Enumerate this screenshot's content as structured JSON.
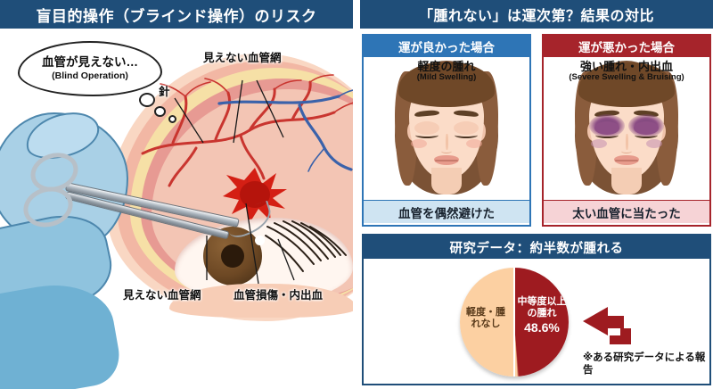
{
  "left": {
    "title": "盲目的操作（ブラインド操作）のリスク",
    "thought": {
      "jp": "血管が見えない…",
      "en": "(Blind Operation)"
    },
    "labels": {
      "needle": "針",
      "vessel_net_top": "見えない血管網",
      "vessel_net_bottom": "見えない血管網",
      "vessel_damage": "血管損傷・内出血"
    }
  },
  "right": {
    "title": "「腫れない」は運次第？結果の対比",
    "cards": [
      {
        "head": "運が良かった場合",
        "caption_jp": "軽度の腫れ",
        "caption_en": "(Mild Swelling)",
        "foot": "血管を偶然避けた",
        "accent": "#2e75b6",
        "foot_bg": "#cfe4f2",
        "eyelid_color": "#f6cdb6",
        "cheek_color": "#f0a898"
      },
      {
        "head": "運が悪かった場合",
        "caption_jp": "強い腫れ・内出血",
        "caption_en": "(Severe Swelling & Bruising)",
        "foot": "太い血管に当たった",
        "accent": "#a6242b",
        "foot_bg": "#f6d3d6",
        "eyelid_color": "#8e4f86",
        "cheek_color": "#c58fb0"
      }
    ],
    "study": {
      "title": "研究データ：約半数が腫れる",
      "note": "※ある研究データ\nによる報告"
    }
  },
  "chart_data": {
    "type": "pie",
    "title": "研究データ：約半数が腫れる",
    "categories": [
      "中等度以上の腫れ",
      "軽度・腫れなし"
    ],
    "values": [
      48.6,
      51.4
    ],
    "labels": [
      "中等度以上の腫れ",
      "軽度・腫れなし"
    ],
    "value_labels": [
      "48.6%",
      ""
    ],
    "colors": [
      "#9e1b20",
      "#fcd0a2"
    ],
    "legend": "none",
    "annotation": "※ある研究データによる報告"
  }
}
